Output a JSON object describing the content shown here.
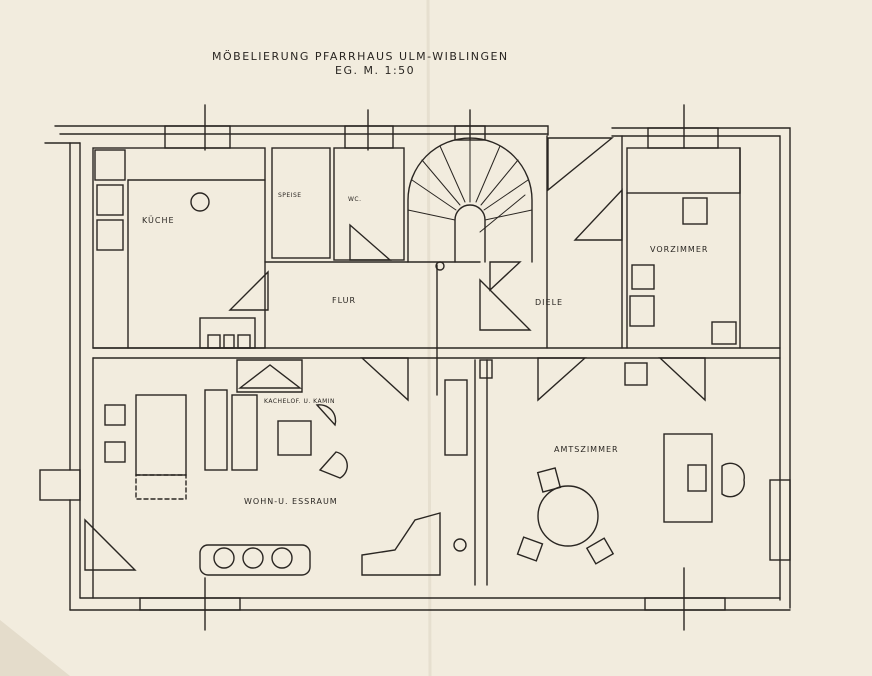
{
  "title": {
    "line1": "MÖBELIERUNG PFARRHAUS ULM-WIBLINGEN",
    "line2": "EG.   M. 1:50"
  },
  "rooms": {
    "kueche": "KÜCHE",
    "speise": "SPEISE",
    "wc": "WC.",
    "flur": "FLUR",
    "diele": "DIELE",
    "vorzimmer": "VORZIMMER",
    "kamin": "KACHELOF. U. KAMIN",
    "wohnraum": "WOHN-U. ESSRAUM",
    "amtszimmer": "AMTSZIMMER"
  },
  "colors": {
    "paper": "#f2ecde",
    "ink": "#2a2622"
  }
}
